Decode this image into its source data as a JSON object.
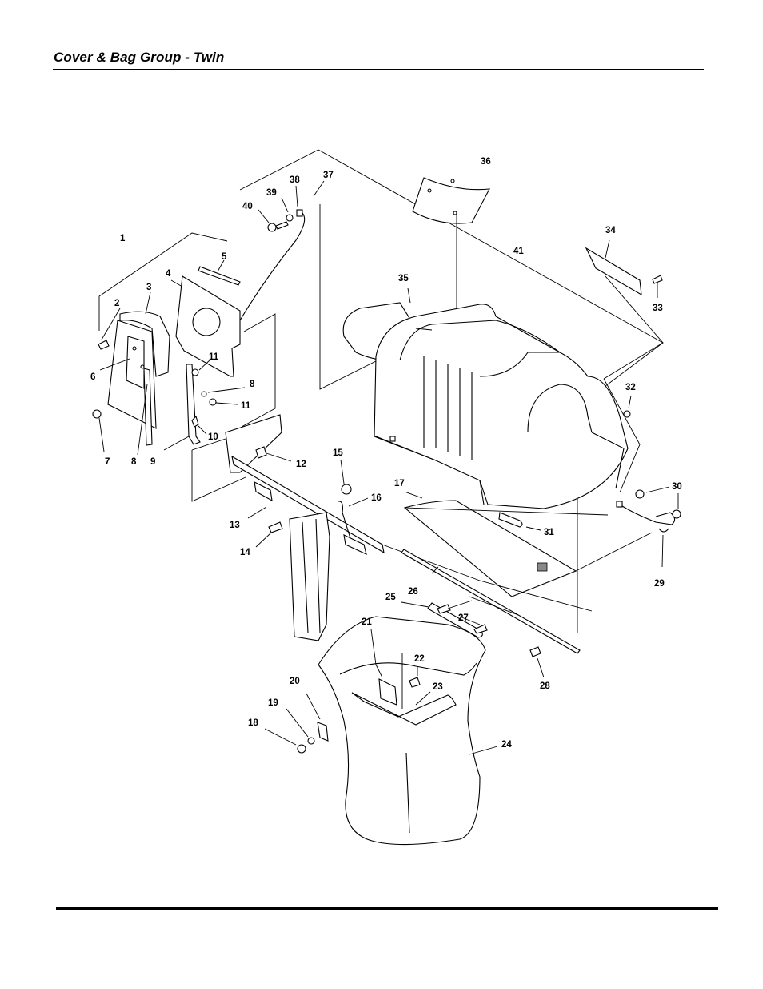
{
  "page": {
    "title": "Cover & Bag Group - Twin"
  },
  "callouts": [
    {
      "id": "1",
      "label": "1"
    },
    {
      "id": "2",
      "label": "2"
    },
    {
      "id": "3",
      "label": "3"
    },
    {
      "id": "4",
      "label": "4"
    },
    {
      "id": "5",
      "label": "5"
    },
    {
      "id": "6",
      "label": "6"
    },
    {
      "id": "7",
      "label": "7"
    },
    {
      "id": "8a",
      "label": "8"
    },
    {
      "id": "8b",
      "label": "8"
    },
    {
      "id": "9",
      "label": "9"
    },
    {
      "id": "10",
      "label": "10"
    },
    {
      "id": "11a",
      "label": "11"
    },
    {
      "id": "11b",
      "label": "11"
    },
    {
      "id": "12",
      "label": "12"
    },
    {
      "id": "13",
      "label": "13"
    },
    {
      "id": "14",
      "label": "14"
    },
    {
      "id": "15",
      "label": "15"
    },
    {
      "id": "16",
      "label": "16"
    },
    {
      "id": "17",
      "label": "17"
    },
    {
      "id": "18",
      "label": "18"
    },
    {
      "id": "19",
      "label": "19"
    },
    {
      "id": "20",
      "label": "20"
    },
    {
      "id": "21",
      "label": "21"
    },
    {
      "id": "22",
      "label": "22"
    },
    {
      "id": "23",
      "label": "23"
    },
    {
      "id": "24",
      "label": "24"
    },
    {
      "id": "25",
      "label": "25"
    },
    {
      "id": "26",
      "label": "26"
    },
    {
      "id": "27",
      "label": "27"
    },
    {
      "id": "28",
      "label": "28"
    },
    {
      "id": "29",
      "label": "29"
    },
    {
      "id": "30",
      "label": "30"
    },
    {
      "id": "31",
      "label": "31"
    },
    {
      "id": "32",
      "label": "32"
    },
    {
      "id": "33",
      "label": "33"
    },
    {
      "id": "34",
      "label": "34"
    },
    {
      "id": "35",
      "label": "35"
    },
    {
      "id": "36",
      "label": "36"
    },
    {
      "id": "37",
      "label": "37"
    },
    {
      "id": "38",
      "label": "38"
    },
    {
      "id": "39",
      "label": "39"
    },
    {
      "id": "40",
      "label": "40"
    },
    {
      "id": "41",
      "label": "41"
    }
  ]
}
